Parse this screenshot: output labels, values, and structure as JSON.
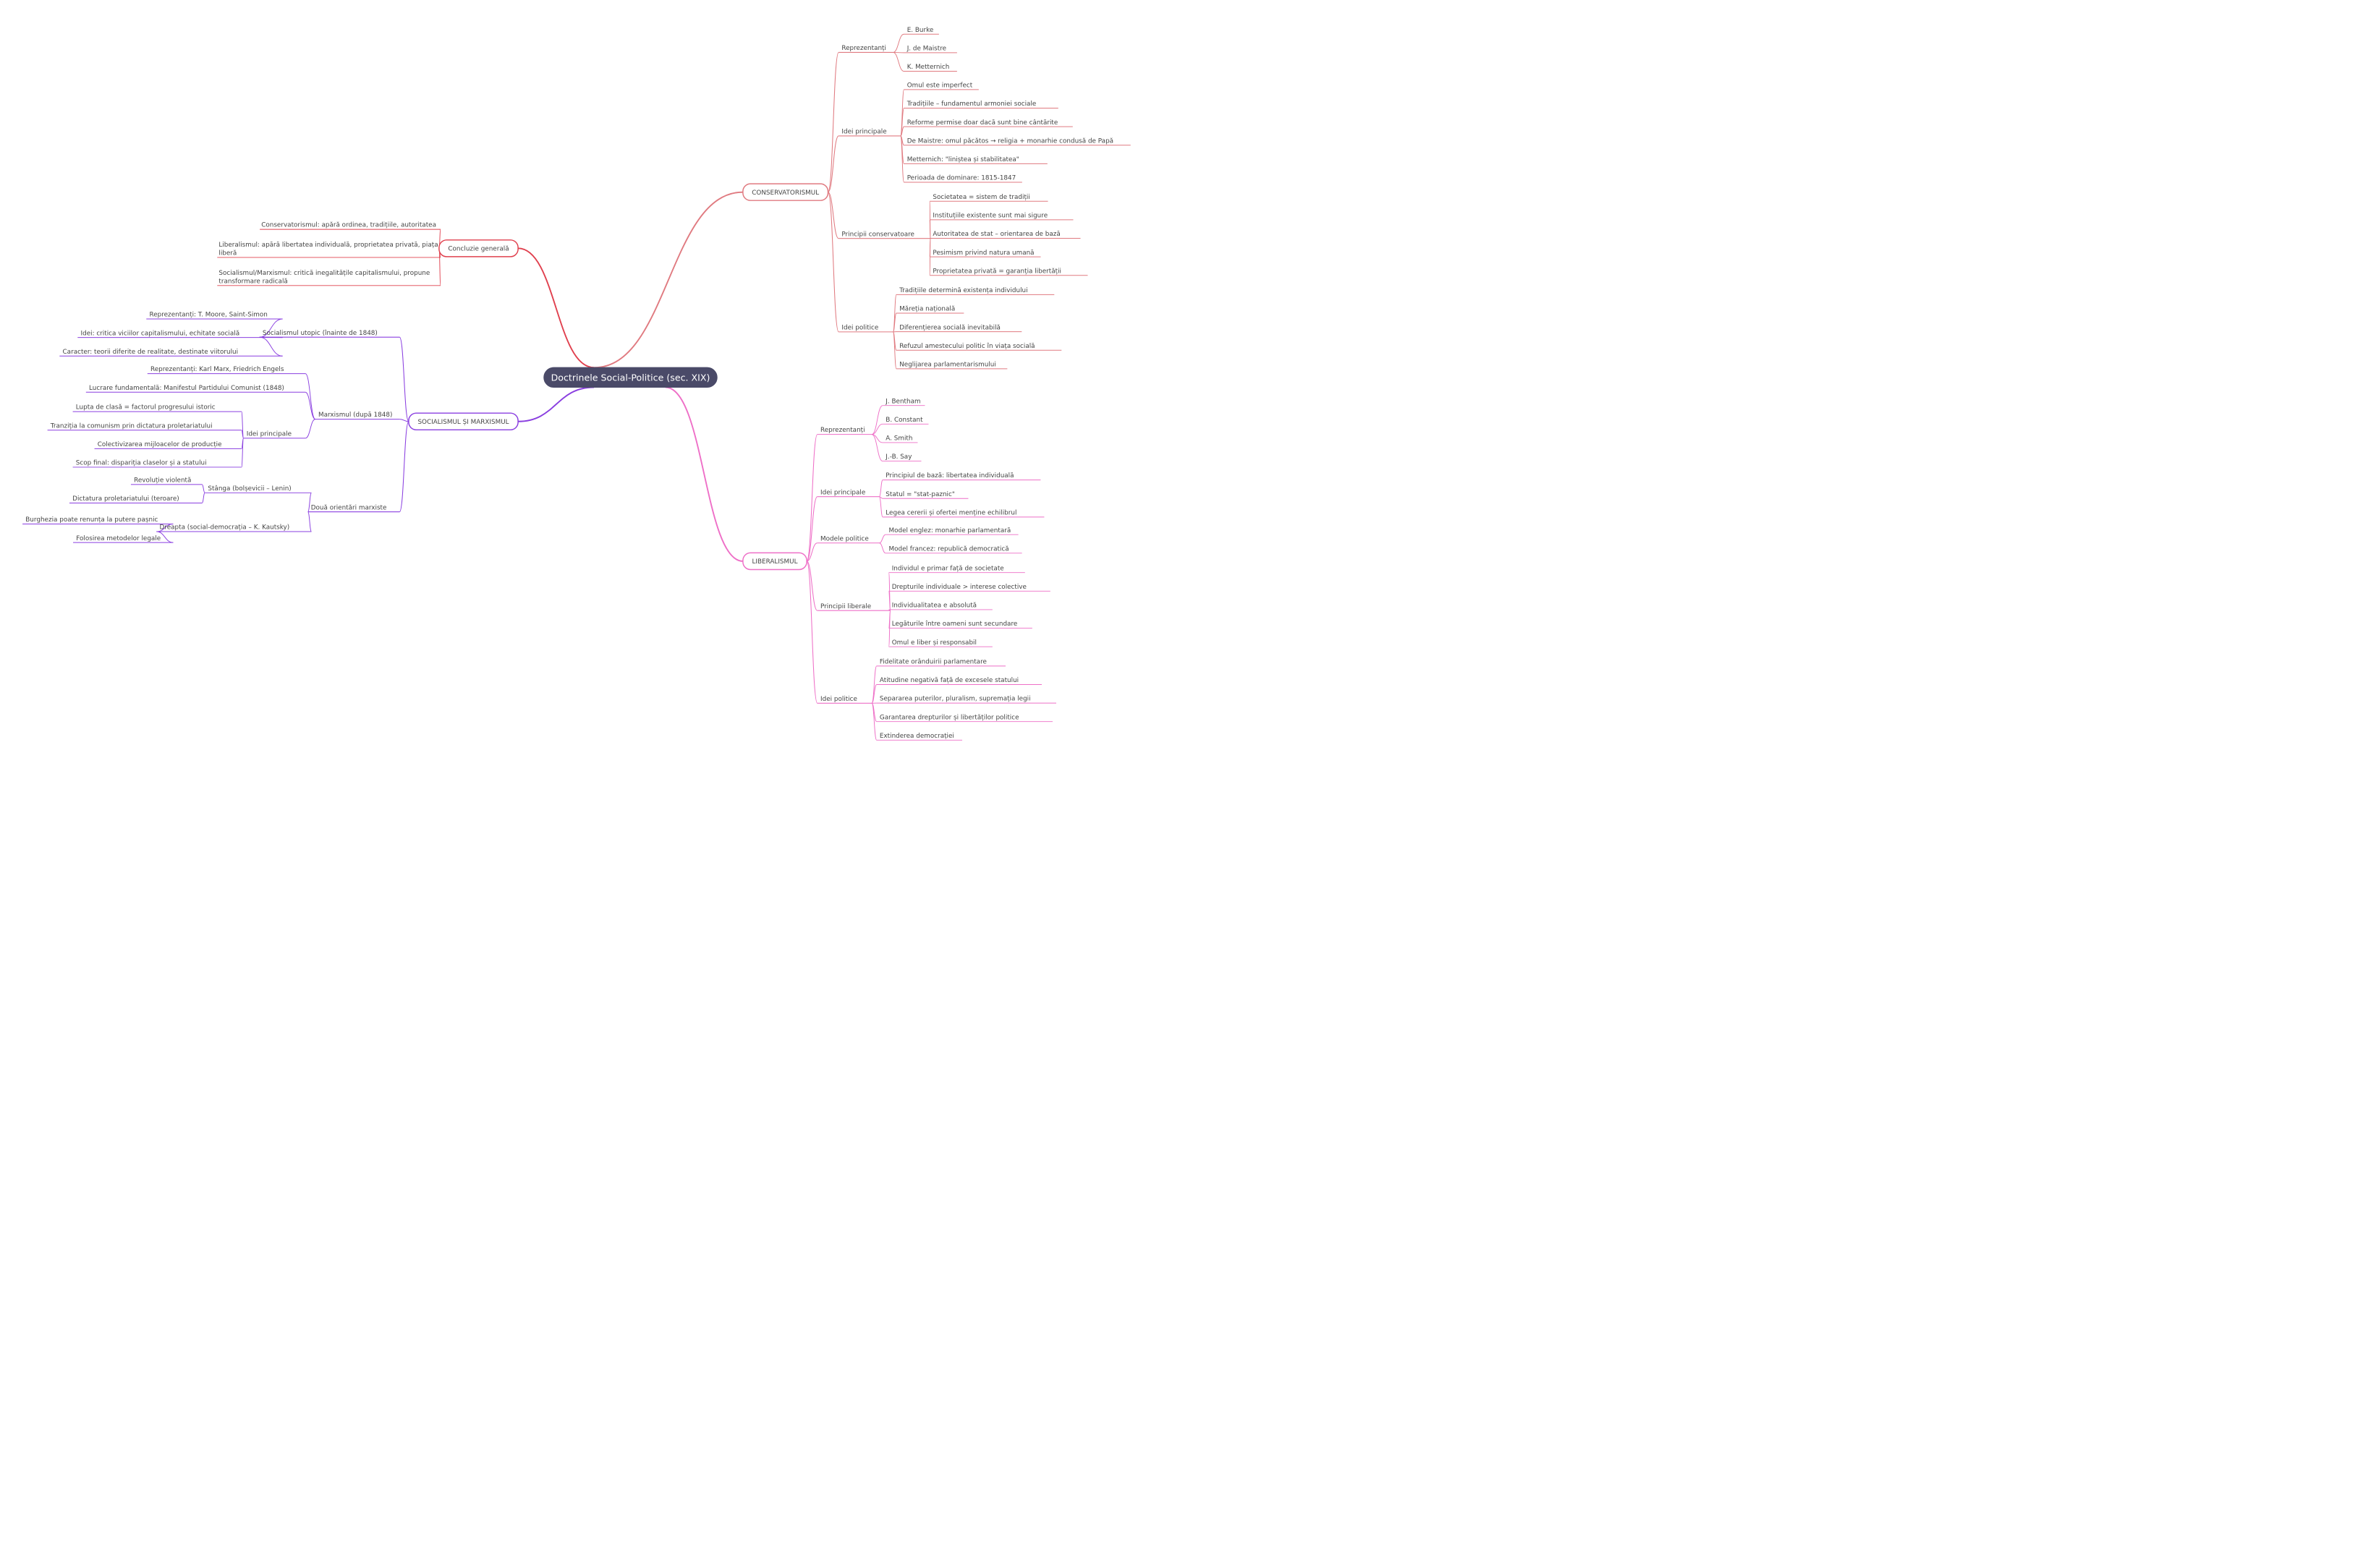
{
  "colors": {
    "conservatorism": "#e07a80",
    "liberalism": "#ee6fc7",
    "socialism": "#8a3fe0",
    "conclusion": "#e0404e",
    "root_fill": "#4a4a68",
    "text": "#444444",
    "root_text": "#ffffff"
  },
  "root": {
    "label": "Doctrinele Social-Politice (sec. XIX)"
  },
  "conservatorism": {
    "label": "CONSERVATORISMUL",
    "groups": [
      {
        "label": "Reprezentanți",
        "items": [
          "E. Burke",
          "J. de Maistre",
          "K. Metternich"
        ]
      },
      {
        "label": "Idei principale",
        "items": [
          "Omul este imperfect",
          "Tradițiile – fundamentul armoniei sociale",
          "Reforme permise doar dacă sunt bine cântărite",
          "De Maistre: omul păcătos → religia + monarhie condusă de Papă",
          "Metternich: \"liniștea și stabilitatea\"",
          "Perioada de dominare: 1815-1847"
        ]
      },
      {
        "label": "Principii conservatoare",
        "items": [
          "Societatea = sistem de tradiții",
          "Instituțiile existente sunt mai sigure",
          "Autoritatea de stat – orientarea de bază",
          "Pesimism privind natura umană",
          "Proprietatea privată = garanția libertății"
        ]
      },
      {
        "label": "Idei politice",
        "items": [
          "Tradițiile determină existența individului",
          "Măreția națională",
          "Diferențierea socială inevitabilă",
          "Refuzul amestecului politic în viața socială",
          "Neglijarea parlamentarismului"
        ]
      }
    ]
  },
  "liberalism": {
    "label": "LIBERALISMUL",
    "groups": [
      {
        "label": "Reprezentanți",
        "items": [
          "J. Bentham",
          "B. Constant",
          "A. Smith",
          "J.-B. Say"
        ]
      },
      {
        "label": "Idei principale",
        "items": [
          "Principiul de bază: libertatea individuală",
          "Statul = \"stat-paznic\"",
          "Legea cererii și ofertei menține echilibrul"
        ]
      },
      {
        "label": "Modele politice",
        "items": [
          "Model englez: monarhie parlamentară",
          "Model francez: republică democratică"
        ]
      },
      {
        "label": "Principii liberale",
        "items": [
          "Individul e primar față de societate",
          "Drepturile individuale > interese colective",
          "Individualitatea e absolută",
          "Legăturile între oameni sunt secundare",
          "Omul e liber și responsabil"
        ]
      },
      {
        "label": "Idei politice",
        "items": [
          "Fidelitate orânduirii parlamentare",
          "Atitudine negativă față de excesele statului",
          "Separarea puterilor, pluralism, supremația legii",
          "Garantarea drepturilor și libertăților politice",
          "Extinderea democrației"
        ]
      }
    ]
  },
  "conclusion": {
    "label": "Concluzie generală",
    "items": [
      "Conservatorismul: apără ordinea, tradițiile, autoritatea",
      "Liberalismul: apără libertatea individuală, proprietatea privată, piața|liberă",
      "Socialismul/Marxismul: critică inegalitățile capitalismului, propune|transformare radicală"
    ]
  },
  "socialism": {
    "label": "SOCIALISMUL ȘI MARXISMUL",
    "utopic": {
      "label": "Socialismul utopic (înainte de 1848)",
      "items": [
        "Reprezentanți: T. Moore, Saint-Simon",
        "Idei: critica viciilor capitalismului, echitate socială",
        "Caracter: teorii diferite de realitate, destinate viitorului"
      ]
    },
    "marxism": {
      "label": "Marxismul (după 1848)",
      "items": [
        "Reprezentanți: Karl Marx, Friedrich Engels",
        "Lucrare fundamentală: Manifestul Partidului Comunist (1848)"
      ],
      "ideas": {
        "label": "Idei principale",
        "items": [
          "Lupta de clasă = factorul progresului istoric",
          "Tranziția la comunism prin dictatura proletariatului",
          "Colectivizarea mijloacelor de producție",
          "Scop final: dispariția claselor și a statului"
        ]
      }
    },
    "orientations": {
      "label": "Două orientări marxiste",
      "left": {
        "label": "Stânga (bolșevicii – Lenin)",
        "items": [
          "Revoluție violentă",
          "Dictatura proletariatului (teroare)"
        ]
      },
      "right": {
        "label": "Dreapta (social-democrația – K. Kautsky)",
        "items": [
          "Burghezia poate renunța la putere pașnic",
          "Folosirea metodelor legale"
        ]
      }
    }
  }
}
